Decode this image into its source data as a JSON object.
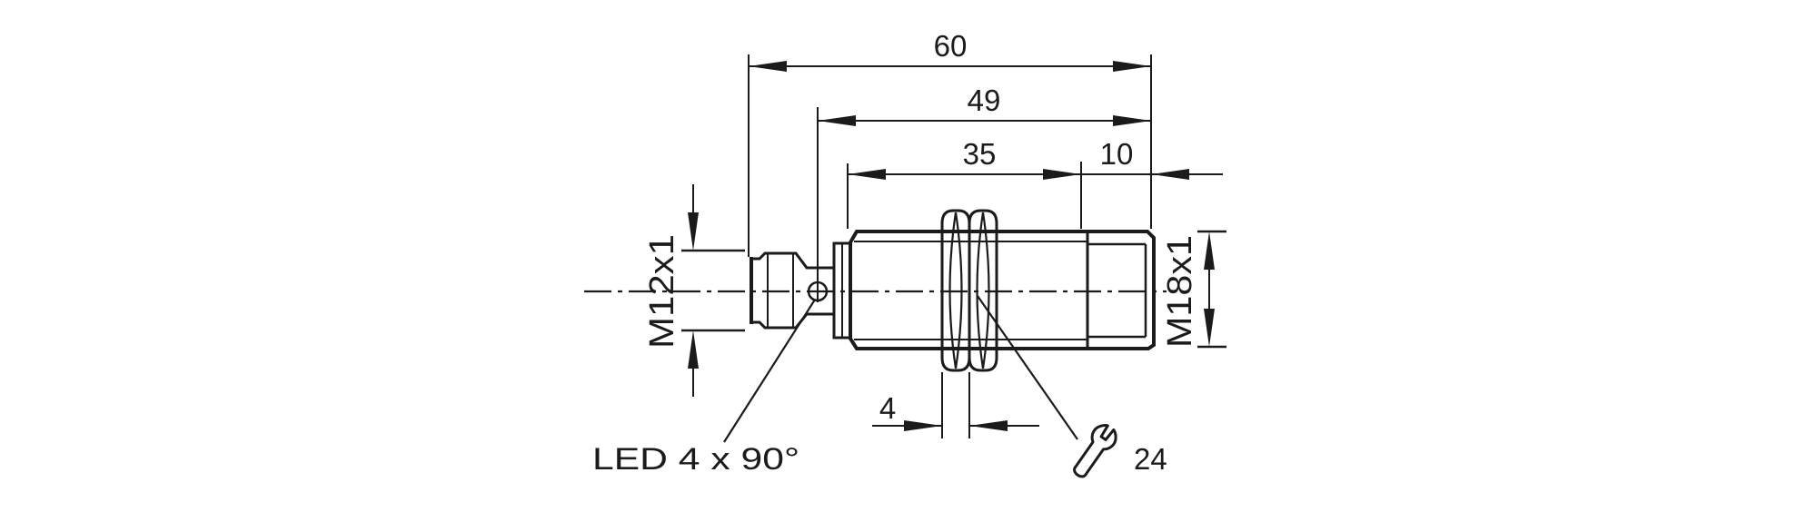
{
  "drawing": {
    "labels": {
      "dim_overall_length": "60",
      "dim_housing_length": "49",
      "dim_thread_length": "35",
      "dim_front_length": "10",
      "dim_nut_width": "4",
      "thread_connector": "M12x1",
      "thread_body": "M18x1",
      "led_note": "LED 4 x 90°",
      "wrench_size": "24"
    },
    "icons": {
      "wrench": "open-end-wrench"
    },
    "colors": {
      "line": "#1b1b1b",
      "background": "#ffffff"
    }
  }
}
